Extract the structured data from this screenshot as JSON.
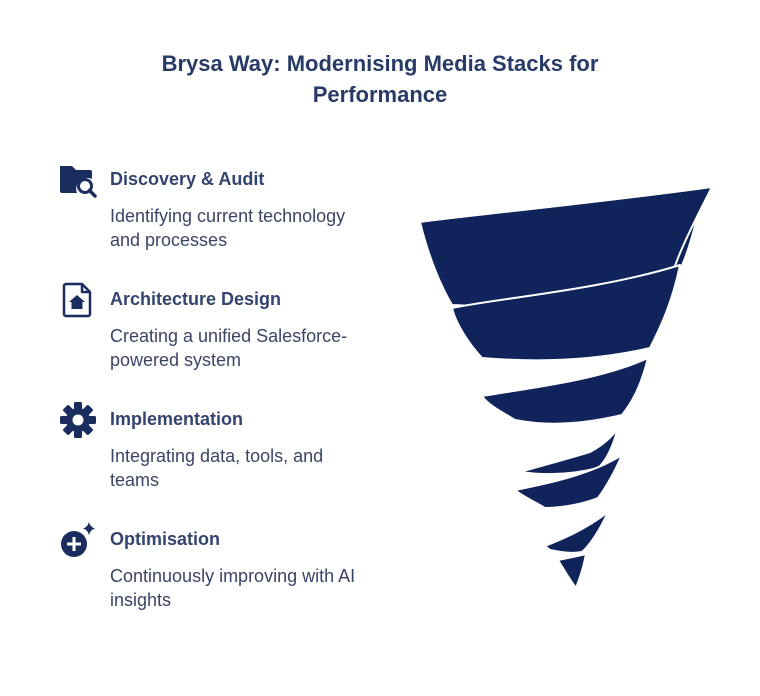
{
  "title": {
    "line1": "Brysa Way: Modernising Media Stacks for",
    "line2": "Performance"
  },
  "steps": [
    {
      "icon": "folder-search-icon",
      "heading": "Discovery & Audit",
      "desc_line1": "Identifying current technology",
      "desc_line2": "and processes"
    },
    {
      "icon": "file-home-icon",
      "heading": "Architecture Design",
      "desc_line1": "Creating a unified Salesforce-",
      "desc_line2": "powered system"
    },
    {
      "icon": "gear-icon",
      "heading": "Implementation",
      "desc_line1": "Integrating data, tools, and",
      "desc_line2": "teams"
    },
    {
      "icon": "plus-sparkle-icon",
      "heading": "Optimisation",
      "desc_line1": "Continuously improving with AI",
      "desc_line2": "insights"
    }
  ],
  "colors": {
    "accent": "#10235a",
    "heading": "#33446e",
    "text": "#3a4566"
  }
}
